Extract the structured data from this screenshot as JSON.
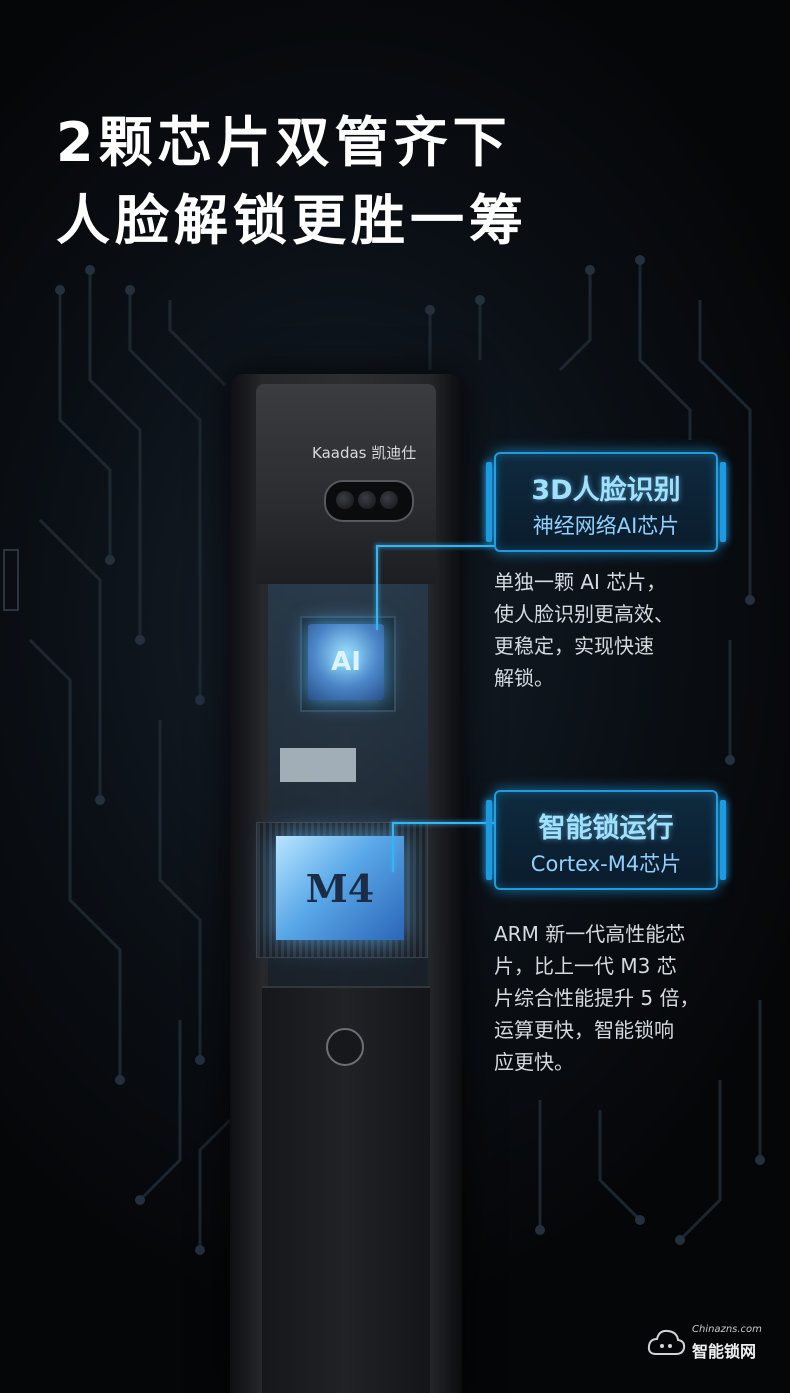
{
  "headline": {
    "line1": "2颗芯片双管齐下",
    "line2": "人脸解锁更胜一筹"
  },
  "product": {
    "brand_label": "Kaadas 凯迪仕",
    "chip1_text": "AI",
    "chip2_text": "M4"
  },
  "features": [
    {
      "title": "3D人脸识别",
      "subtitle": "神经网络AI芯片",
      "lines": [
        "单独一颗 AI 芯片，",
        "使人脸识别更高效、",
        "更稳定，实现快速",
        "解锁。"
      ]
    },
    {
      "title": "智能锁运行",
      "subtitle": "Cortex-M4芯片",
      "lines": [
        "ARM 新一代高性能芯",
        "片，比上一代 M3 芯",
        "片综合性能提升 5 倍，",
        "运算更快，智能锁响",
        "应更快。"
      ]
    }
  ],
  "watermark": {
    "url": "Chinazns.com",
    "name": "智能锁网"
  },
  "colors": {
    "background": "#07090c",
    "accent": "#1e9be0",
    "headline": "#ffffff",
    "body_text": "#d5dadf"
  }
}
